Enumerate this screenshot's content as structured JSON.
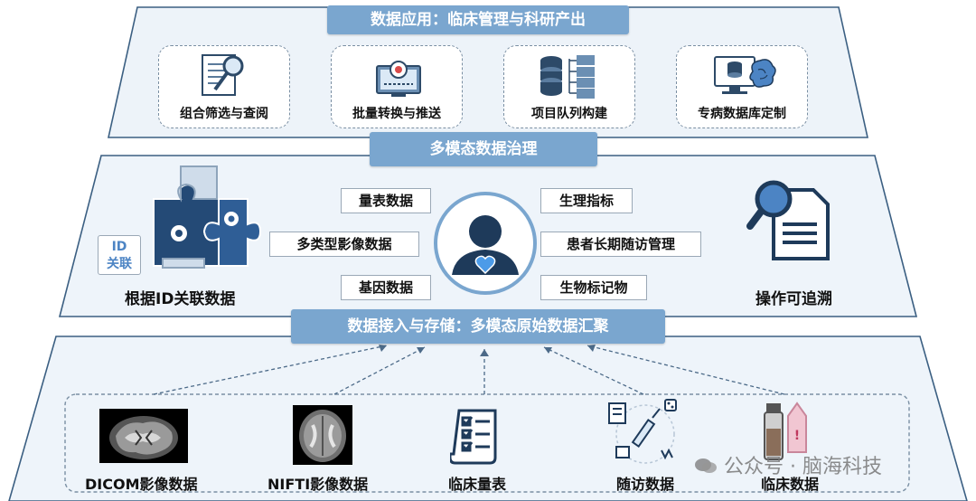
{
  "top": {
    "title": "数据应用：临床管理与科研产出",
    "cards": [
      {
        "label": "组合筛选与查阅",
        "icon": "document-magnifier-icon"
      },
      {
        "label": "批量转换与推送",
        "icon": "monitor-transfer-icon"
      },
      {
        "label": "项目队列构建",
        "icon": "database-tree-icon"
      },
      {
        "label": "专病数据库定制",
        "icon": "brain-database-icon"
      }
    ]
  },
  "middle": {
    "title": "多模态数据治理",
    "left_label": "根据ID关联数据",
    "id_badge": "ID\n关联",
    "id_badge_top": "ID",
    "id_badge_bottom": "关联",
    "right_label": "操作可追溯",
    "tags": [
      "量表数据",
      "多类型影像数据",
      "基因数据",
      "生理指标",
      "患者长期随访管理",
      "生物标记物"
    ]
  },
  "bottom": {
    "title": "数据接入与存储：多模态原始数据汇聚",
    "sources": [
      {
        "label": "DICOM影像数据",
        "icon": "mri-scan-icon"
      },
      {
        "label": "NIFTI影像数据",
        "icon": "brain-mri-icon"
      },
      {
        "label": "临床量表",
        "icon": "checklist-icon"
      },
      {
        "label": "随访数据",
        "icon": "followup-icon"
      },
      {
        "label": "临床数据",
        "icon": "lab-sample-icon"
      }
    ]
  },
  "watermark": "公众号 · 脑海科技",
  "colors": {
    "accent": "#7aa6cf",
    "layer_fill": "#eef4fa",
    "border": "#3a5e80"
  }
}
